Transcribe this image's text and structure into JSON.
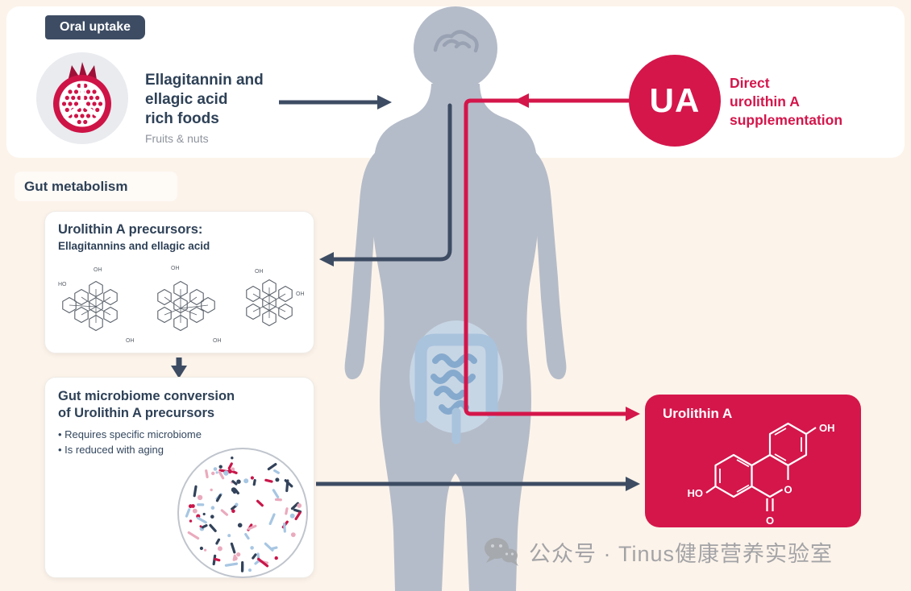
{
  "colors": {
    "navy": "#3d4c63",
    "crimson": "#d4164b",
    "body_gray": "#b5bcc9",
    "background": "#fcf3ea"
  },
  "oral_uptake": {
    "banner": "Oral uptake",
    "food_line1": "Ellagitannin and",
    "food_line2": "ellagic acid",
    "food_line3": "rich foods",
    "food_note": "Fruits & nuts"
  },
  "supplement": {
    "badge": "UA",
    "label_line1": "Direct",
    "label_line2": "urolithin A",
    "label_line3": "supplementation"
  },
  "gut_metabolism": {
    "header": "Gut metabolism"
  },
  "precursors_box": {
    "title": "Urolithin A precursors:",
    "subtitle": "Ellagitannins and ellagic acid"
  },
  "conversion_box": {
    "title_line1": "Gut microbiome conversion",
    "title_line2": "of Urolithin A precursors",
    "bullet1": "• Requires specific microbiome",
    "bullet2": "• Is reduced with aging"
  },
  "urolithin_box": {
    "title": "Urolithin A"
  },
  "chem_labels": {
    "oh": "OH",
    "ho": "HO",
    "o": "O"
  },
  "watermark": {
    "text": "公众号 · Tinus健康营养实验室"
  }
}
